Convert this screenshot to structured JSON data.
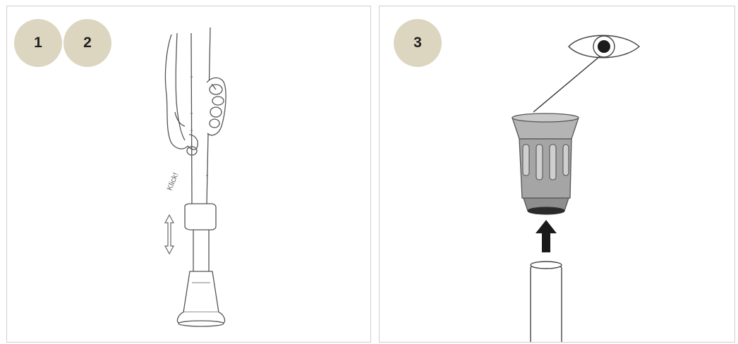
{
  "steps": {
    "one": "1",
    "two": "2",
    "three": "3"
  },
  "illustration_text": "Klick!",
  "colors": {
    "badge_fill": "#dcd6c0",
    "panel_border": "#cfcfcf",
    "line": "#555555",
    "ferrule_fill": "#a7a7a7",
    "arrow": "#1a1a1a"
  }
}
